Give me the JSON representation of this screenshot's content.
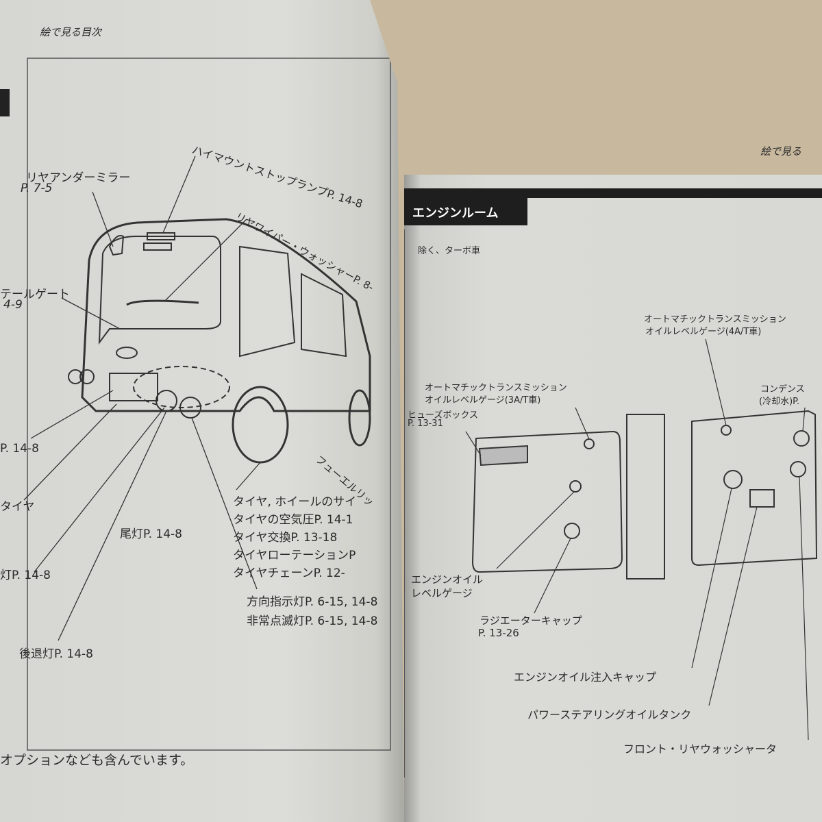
{
  "left_page": {
    "header": "絵で見る目次",
    "labels": {
      "high_mount": "ハイマウントストップランプP. 14-8",
      "rear_under_mirror": "リヤアンダーミラー",
      "rear_under_mirror_page": "P. 7-5",
      "rear_wiper": "リヤワイパー・ウォッシャーP. 8-",
      "tailgate": "テールゲート",
      "tailgate_page": "4-9",
      "p148": "P. 14-8",
      "tire": "タイヤ",
      "tail_lamp": "尾灯P. 14-8",
      "fp148": "灯P. 14-8",
      "reverse_lamp": "後退灯P. 14-8",
      "fuel_lid": "フューエルリッ",
      "tire_wheel": "タイヤ, ホイールのサイ",
      "tire_pressure": "タイヤの空気圧P. 14-1",
      "tire_change": "タイヤ交換P. 13-18",
      "tire_rotation": "タイヤローテーションP",
      "tire_chain": "タイヤチェーンP. 12-",
      "turn_signal": "方向指示灯P. 6-15, 14-8",
      "hazard": "非常点滅灯P. 6-15, 14-8",
      "footer": "オプションなども含んでいます。"
    }
  },
  "right_page": {
    "header": "絵で見る",
    "section_title": "エンジンルーム",
    "note": "除く、ターボ車",
    "labels": {
      "at4_line1": "オートマチックトランスミッション",
      "at4_line2": "オイルレベルゲージ(4A/T車)",
      "at3_line1": "オートマチックトランスミッション",
      "at3_line2": "オイルレベルゲージ(3A/T車)",
      "condenser_line1": "コンデンス",
      "condenser_line2": "(冷却水)P.",
      "fuse_box": "ヒューズボックス",
      "fuse_box_page": "P. 13-31",
      "engine_oil_gauge_line1": "エンジンオイル",
      "engine_oil_gauge_line2": "レベルゲージ",
      "radiator_cap": "ラジエーターキャップ",
      "radiator_cap_page": "P. 13-26",
      "oil_filler": "エンジンオイル注入キャップ",
      "ps_tank": "パワーステアリングオイルタンク",
      "washer_tank": "フロント・リヤウォッシャータ"
    }
  }
}
